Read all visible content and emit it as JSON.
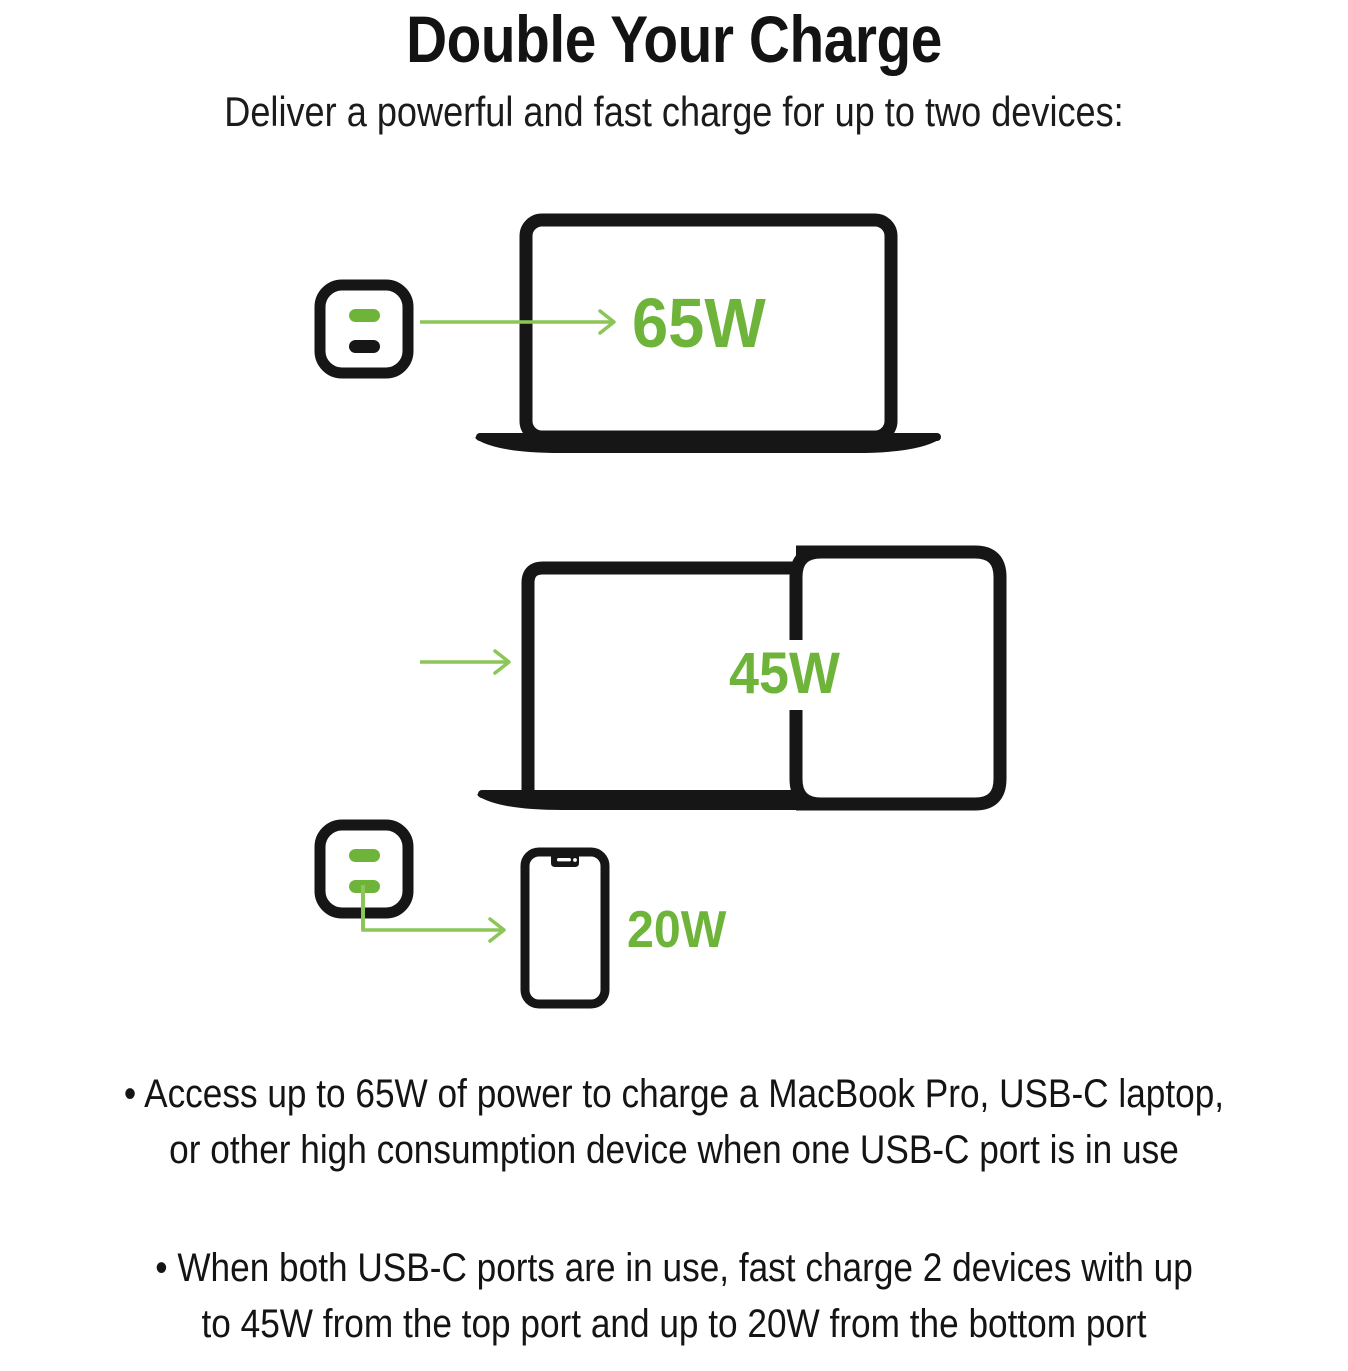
{
  "header": {
    "title": "Double Your Charge",
    "subtitle": "Deliver a powerful and fast charge for up to two devices:"
  },
  "colors": {
    "green": "#6EB43A",
    "green_line": "#8CC659",
    "dark": "#161616",
    "background": "#FFFFFF"
  },
  "diagram": {
    "scenario_one": {
      "charger_label": "usb-c-charger-single-port",
      "top_port_state": "active",
      "bottom_port_state": "inactive",
      "device": "laptop",
      "wattage": "65W"
    },
    "scenario_two": {
      "charger_label": "usb-c-charger-dual-port",
      "top_port_state": "active",
      "bottom_port_state": "active",
      "device_top": "laptop-and-tablet",
      "wattage_top": "45W",
      "device_bottom": "smartphone",
      "wattage_bottom": "20W"
    }
  },
  "bullets": [
    "• Access up to 65W of power to charge a MacBook Pro, USB-C laptop,\nor other high consumption device when one USB-C port is in use",
    "• When both USB-C ports are in use, fast charge 2 devices with up\nto 45W from the top port and up to 20W from the bottom port"
  ]
}
